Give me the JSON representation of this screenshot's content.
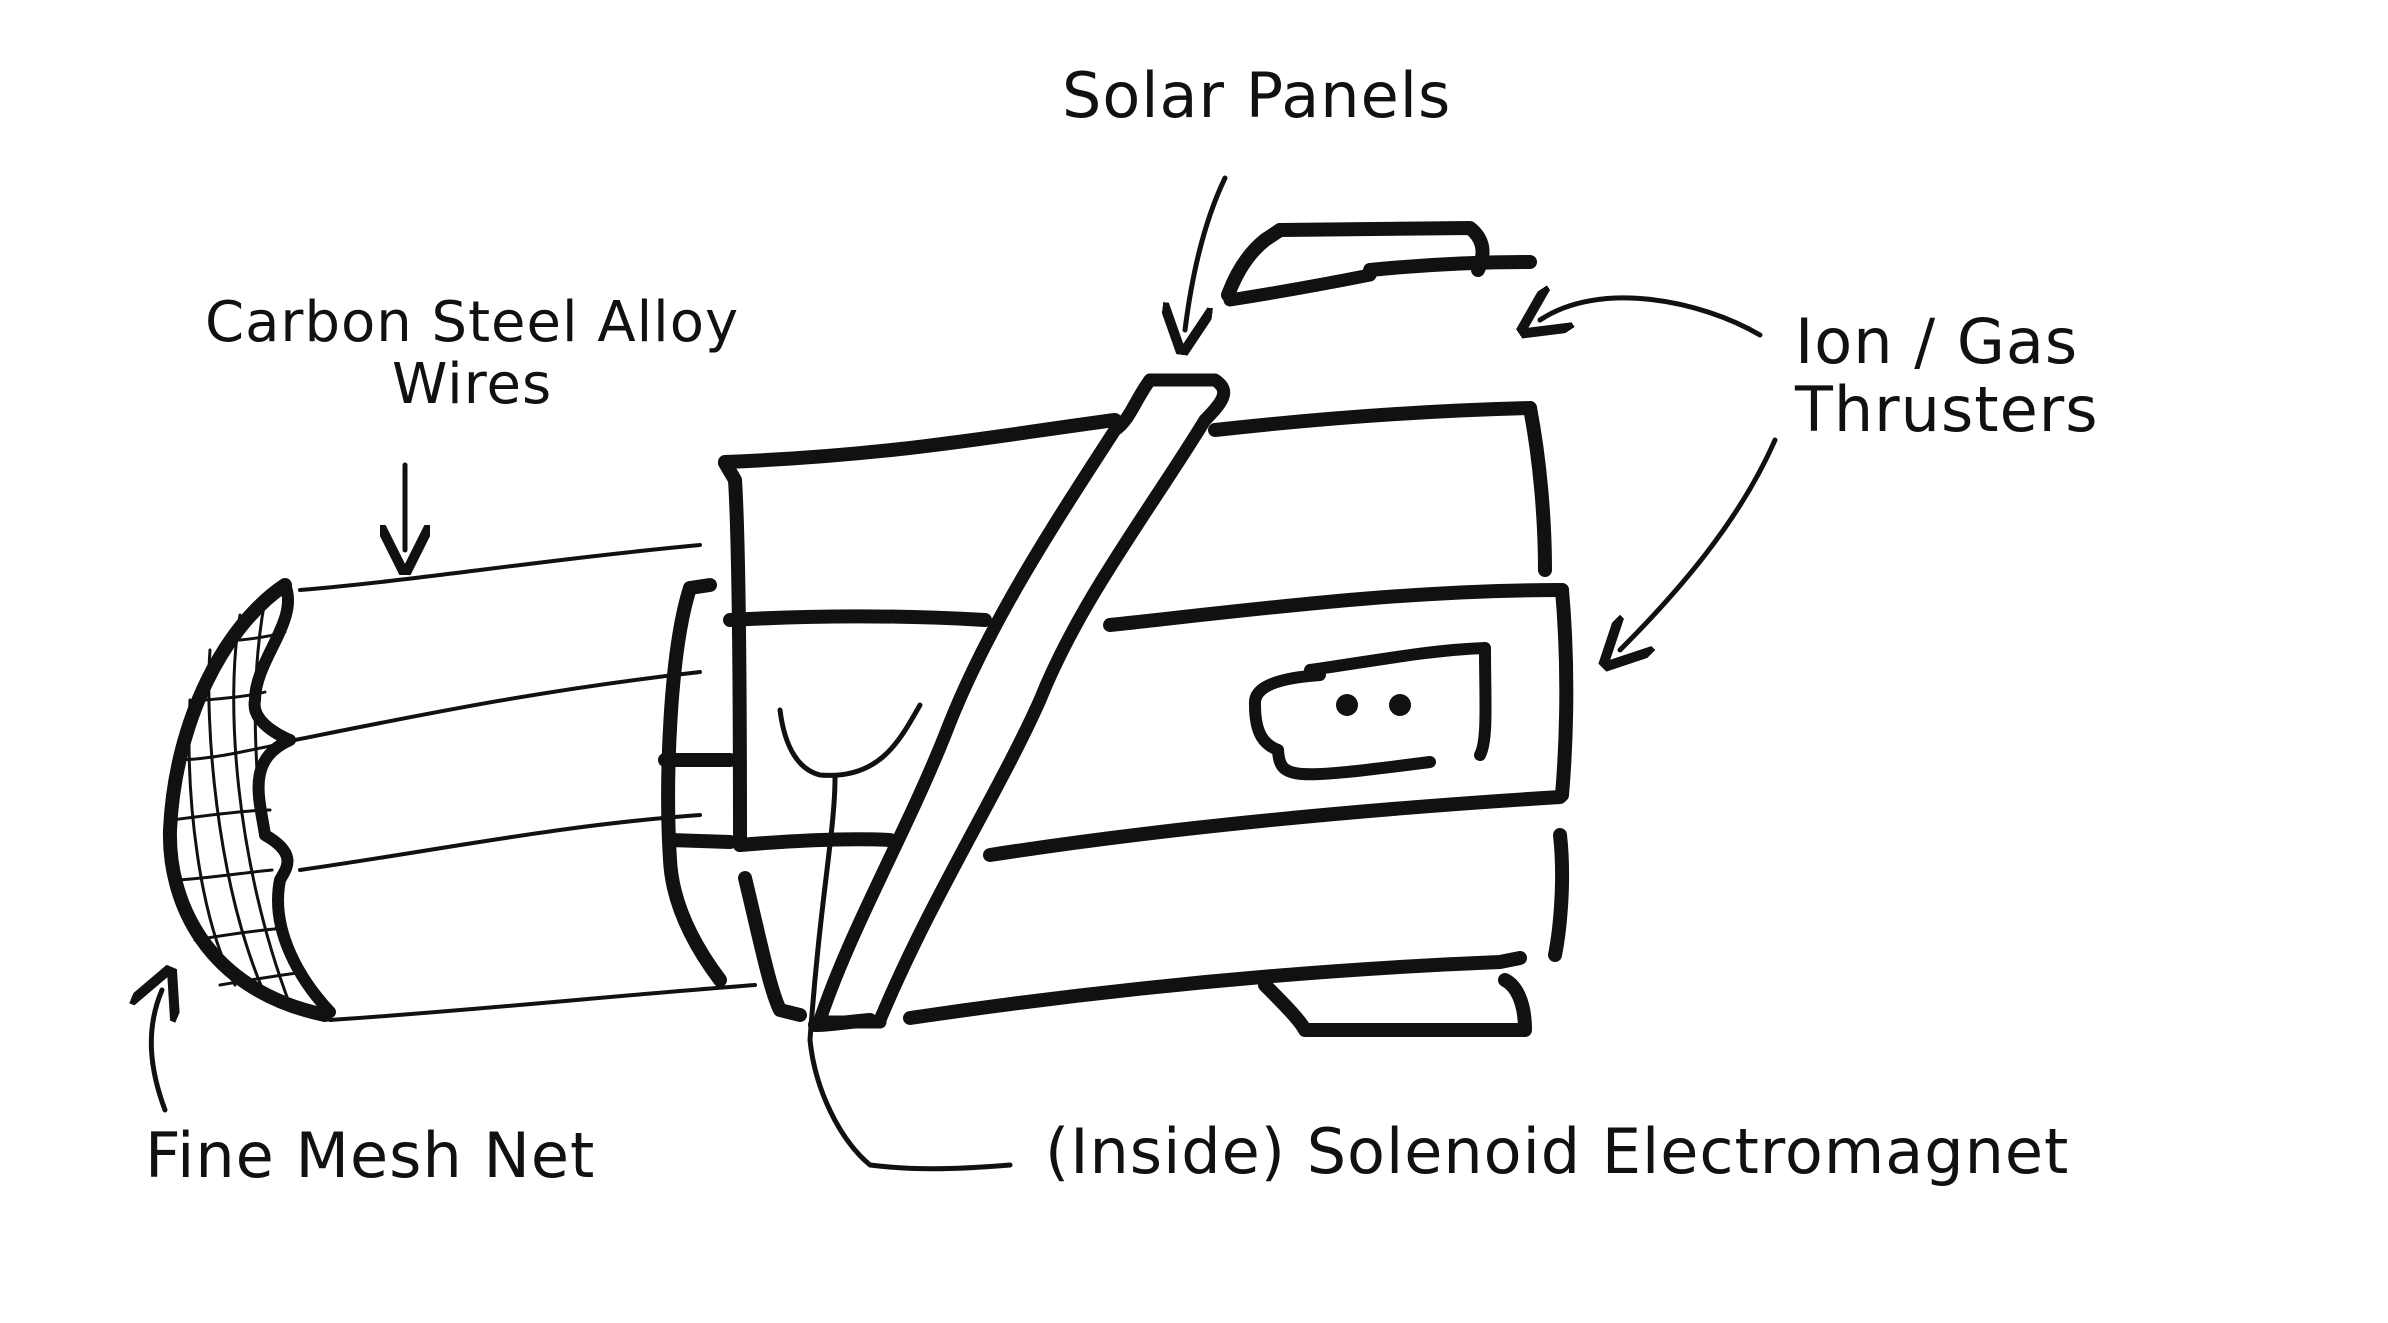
{
  "labels": {
    "solar_panels": "Solar Panels",
    "carbon_wires_line1": "Carbon Steel Alloy",
    "carbon_wires_line2": "Wires",
    "ion_thrusters_line1": "Ion / Gas",
    "ion_thrusters_line2": "Thrusters",
    "fine_mesh_net": "Fine Mesh Net",
    "solenoid": "(Inside) Solenoid Electromagnet"
  },
  "colors": {
    "ink": "#111111",
    "background": "#ffffff"
  }
}
